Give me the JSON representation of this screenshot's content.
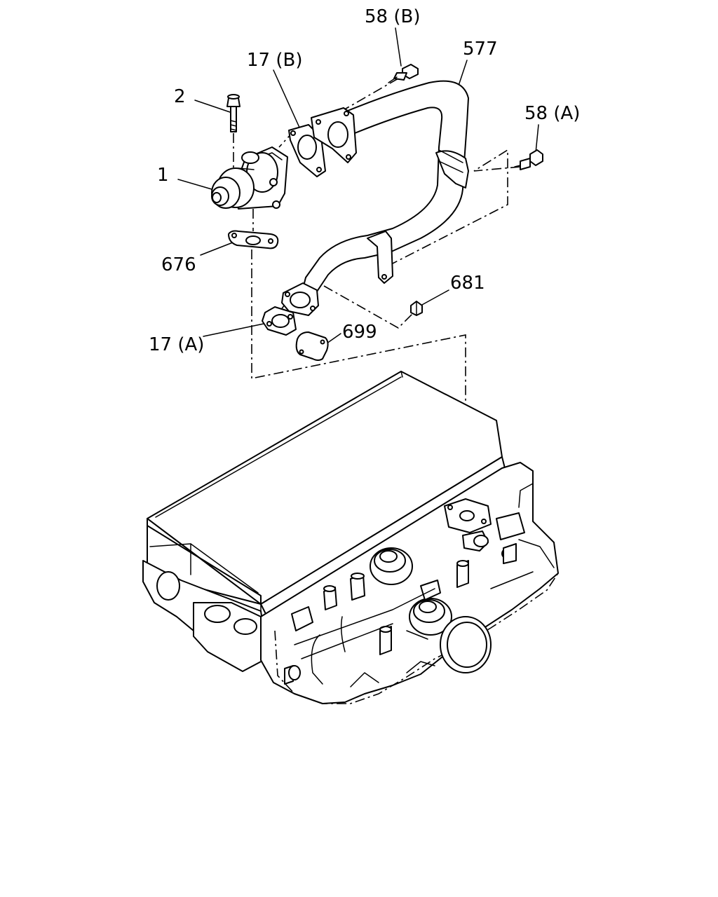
{
  "callouts": {
    "c1": "1",
    "c2": "2",
    "c17a": "17 (A)",
    "c17b": "17 (B)",
    "c58a": "58 (A)",
    "c58b": "58 (B)",
    "c577": "577",
    "c676": "676",
    "c681": "681",
    "c699": "699"
  }
}
